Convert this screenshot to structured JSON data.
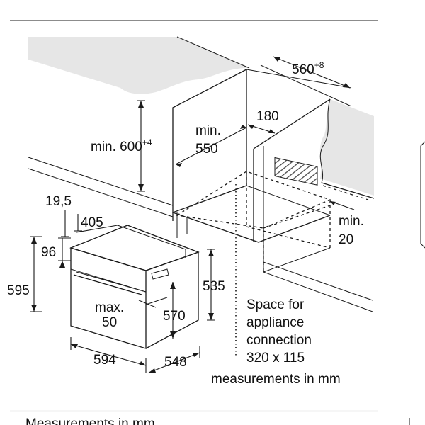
{
  "labels": {
    "cabinet_width": "560",
    "cabinet_width_tol": "+8",
    "min_height_prefix": "min. 600",
    "min_height_tol": "+4",
    "min_depth_line1": "min.",
    "min_depth_line2": "550",
    "rear_gap": "180",
    "vent_min_line1": "min.",
    "vent_min_line2": "20",
    "top_gap": "19,5",
    "fascia_width": "405",
    "control_height": "96",
    "total_height": "595",
    "inner_height": "535",
    "handle_max_line1": "max.",
    "handle_max_line2": "50",
    "body_height": "570",
    "total_width": "594",
    "total_depth": "548",
    "connection_line1": "Space for",
    "connection_line2": "appliance",
    "connection_line3": "connection",
    "connection_line4": "320 x 115",
    "units_note": "measurements in mm",
    "footer_caption": "Measurements in mm"
  },
  "colors": {
    "line": "#1a1a1a",
    "countertop": "#e6e6e6",
    "hatch": "#555555",
    "background": "#ffffff"
  }
}
